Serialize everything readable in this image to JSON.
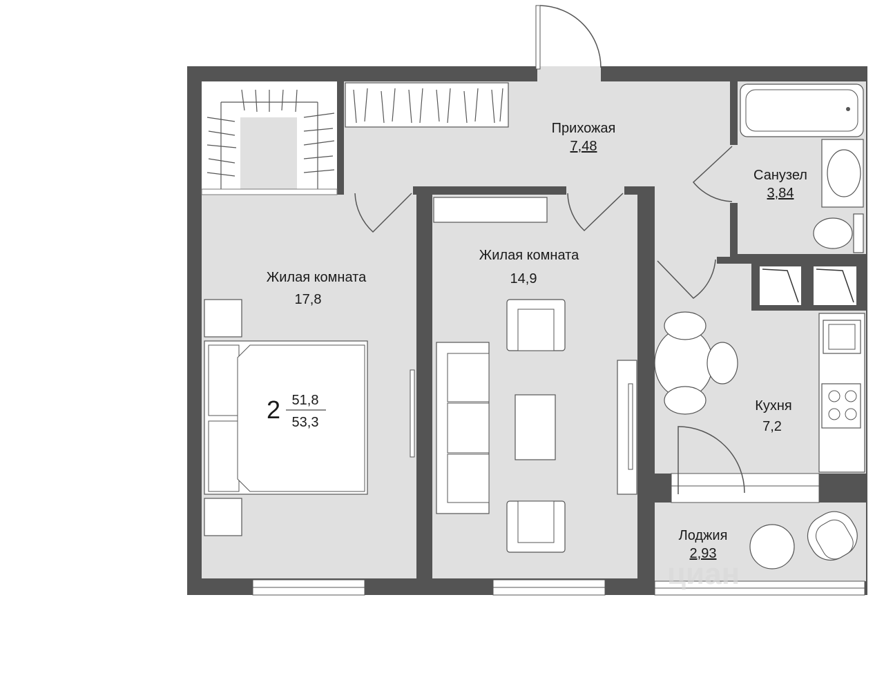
{
  "rooms": [
    {
      "id": "hallway",
      "name": "Прихожая",
      "area": "7,48",
      "underline": true
    },
    {
      "id": "bathroom",
      "name": "Санузел",
      "area": "3,84",
      "underline": true
    },
    {
      "id": "living1",
      "name": "Жилая комната",
      "area": "17,8",
      "underline": false
    },
    {
      "id": "living2",
      "name": "Жилая комната",
      "area": "14,9",
      "underline": false
    },
    {
      "id": "kitchen",
      "name": "Кухня",
      "area": "7,2",
      "underline": false
    },
    {
      "id": "loggia",
      "name": "Лоджия",
      "area": "2,93",
      "underline": true
    }
  ],
  "summary": {
    "rooms_count": "2",
    "living_area": "51,8",
    "total_area": "53,3"
  },
  "watermark": "циан",
  "colors": {
    "wall": "#545454",
    "floor": "#e0e0e0",
    "furniture": "#ffffff",
    "window": "#ffffff"
  }
}
